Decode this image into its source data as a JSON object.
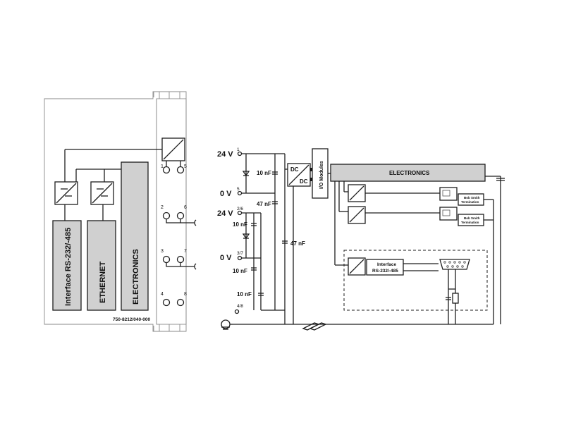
{
  "left_module": {
    "interface_label": "Interface RS-232/-485",
    "ethernet_label": "ETHERNET",
    "electronics_label": "ELECTRONICS",
    "part_number": "750-8212/040-000",
    "terminal_numbers": [
      "1",
      "5",
      "2",
      "6",
      "3",
      "7",
      "4",
      "8"
    ]
  },
  "schematic": {
    "v24_top": "24 V",
    "v0_top": "0 V",
    "v24_bottom": "24 V",
    "v0_bottom": "0 V",
    "pin_1": "1",
    "pin_5": "5",
    "pin_2_6": "2/6",
    "pin_3_7": "3/7",
    "pin_4_8": "4/8",
    "cap_10nf_a": "10 nF",
    "cap_47nf_a": "47 nF",
    "cap_10nf_b": "10 nF",
    "cap_47nf_b": "47 nF",
    "cap_10nf_c": "10 nF",
    "cap_10nf_d": "10 nF",
    "dc_top": "DC",
    "dc_bottom": "DC",
    "io_modules": "I/O Modules",
    "electronics": "ELECTRONICS",
    "termination_1": [
      "Bob Smith",
      "Termination"
    ],
    "termination_2": [
      "Bob Smith",
      "Termination"
    ],
    "interface_box": [
      "Interface",
      "RS-232/-485"
    ]
  },
  "colors": {
    "line": "#1e1e1e",
    "fill_block": "#d0d0d0",
    "outline": "#8a8a8a"
  }
}
